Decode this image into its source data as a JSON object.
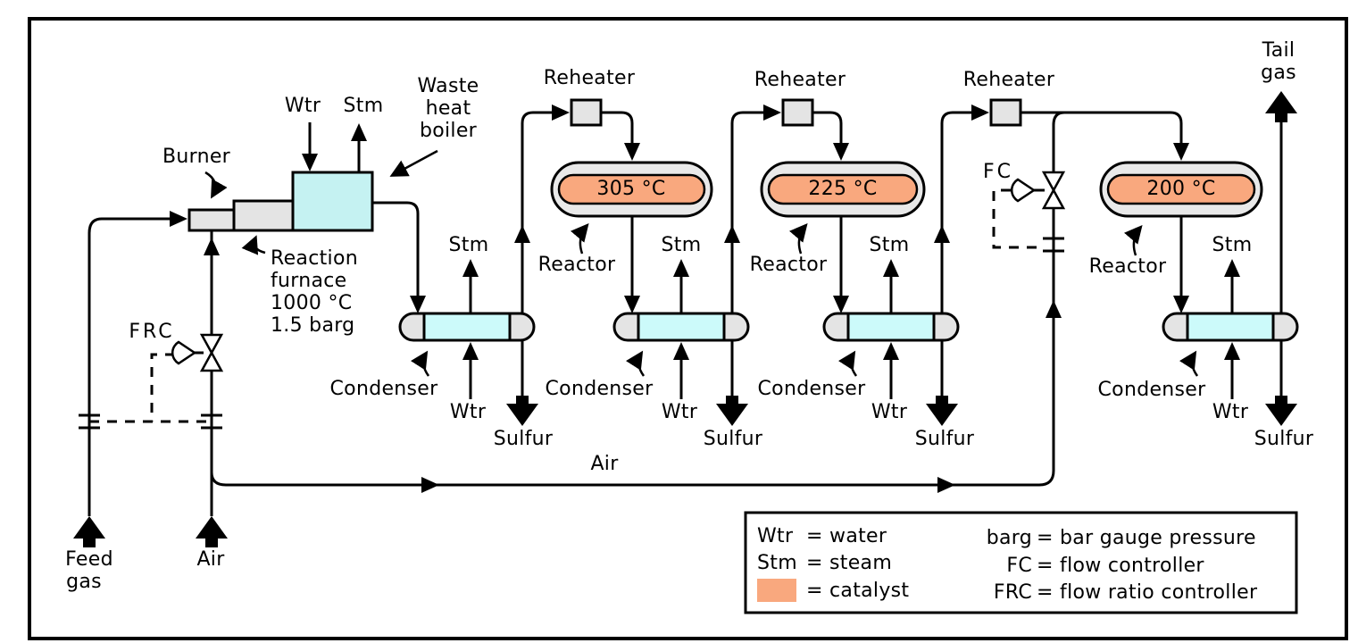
{
  "diagram": "Claus process sulfur recovery flow diagram",
  "colors": {
    "catalyst_orange": "#F9A87E",
    "boiler_cyan": "#C5F2F2",
    "condenser_cyan": "#CCFAFA",
    "equipment_gray": "#E4E4E4",
    "line_black": "#000000",
    "background": "#FFFFFF"
  },
  "inputs": {
    "feed_gas_line1": "Feed",
    "feed_gas_line2": "gas",
    "air_label": "Air"
  },
  "furnace_section": {
    "burner_label": "Burner",
    "reaction_furnace_lines": [
      "Reaction",
      "furnace",
      "1000 °C",
      "1.5 barg"
    ],
    "waste_heat_boiler_lines": [
      "Waste",
      "heat",
      "boiler"
    ],
    "water_in_label": "Wtr",
    "steam_out_label": "Stm"
  },
  "controllers": {
    "frc_label": "FRC",
    "fc_label": "FC"
  },
  "air_header_label": "Air",
  "tail_gas_lines": [
    "Tail",
    "gas"
  ],
  "stages": [
    {
      "reheater_label": "Reheater",
      "reactor_temp": "305 °C",
      "reactor_label": "Reactor",
      "condenser_label": "Condenser",
      "steam_label": "Stm",
      "water_label": "Wtr",
      "sulfur_label": "Sulfur"
    },
    {
      "reheater_label": "Reheater",
      "reactor_temp": "225 °C",
      "reactor_label": "Reactor",
      "condenser_label": "Condenser",
      "steam_label": "Stm",
      "water_label": "Wtr",
      "sulfur_label": "Sulfur"
    },
    {
      "reheater_label": "Reheater",
      "reactor_temp": "200 °C",
      "reactor_label": "Reactor",
      "condenser_label": "Condenser",
      "steam_label": "Stm",
      "water_label": "Wtr",
      "sulfur_label": "Sulfur"
    }
  ],
  "final_condenser": {
    "condenser_label": "Condenser",
    "steam_label": "Stm",
    "water_label": "Wtr",
    "sulfur_label": "Sulfur"
  },
  "legend": {
    "left": [
      {
        "abbr": "Wtr",
        "text": "= water"
      },
      {
        "abbr": "Stm",
        "text": "= steam"
      },
      {
        "abbr": "",
        "text": "= catalyst"
      }
    ],
    "right": [
      {
        "abbr": "barg",
        "text": "= bar gauge pressure"
      },
      {
        "abbr": "FC",
        "text": "= flow controller"
      },
      {
        "abbr": "FRC",
        "text": "= flow ratio controller"
      }
    ]
  }
}
